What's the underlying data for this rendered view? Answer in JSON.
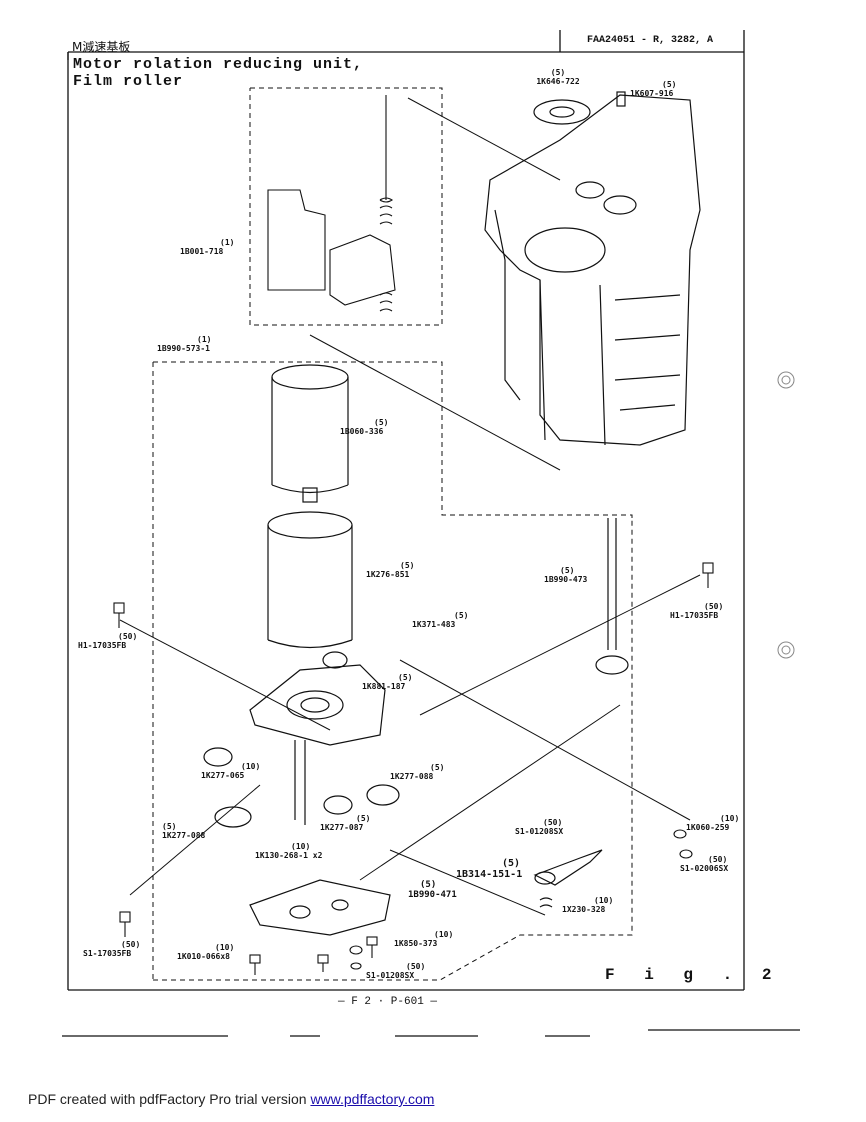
{
  "header": {
    "label_jp": "M減速基板",
    "code": "FAA24051 - R, 3282, A",
    "title_line1": "Motor rolation reducing unit,",
    "title_line2": "Film roller"
  },
  "parts": [
    {
      "id": "p1",
      "qty": "(5)",
      "num": "1K646-722"
    },
    {
      "id": "p2",
      "qty": "(5)",
      "num": "1K607-916"
    },
    {
      "id": "p3",
      "qty": "(1)",
      "num": "1B001-718"
    },
    {
      "id": "p4",
      "qty": "(1)",
      "num": "1B990-573-1"
    },
    {
      "id": "p5",
      "qty": "(5)",
      "num": "1B060-336"
    },
    {
      "id": "p6",
      "qty": "(5)",
      "num": "1K276-851"
    },
    {
      "id": "p7",
      "qty": "(5)",
      "num": "1B990-473"
    },
    {
      "id": "p8",
      "qty": "(5)",
      "num": "1K371-483"
    },
    {
      "id": "p9",
      "qty": "(50)",
      "num": "H1-17035FB"
    },
    {
      "id": "p10",
      "qty": "(50)",
      "num": "H1-17035FB"
    },
    {
      "id": "p11",
      "qty": "(5)",
      "num": "1K881-187"
    },
    {
      "id": "p12",
      "qty": "(10)",
      "num": "1K277-065"
    },
    {
      "id": "p13",
      "qty": "(5)",
      "num": "1K277-088"
    },
    {
      "id": "p14",
      "qty": "(5)",
      "num": "1K277-088"
    },
    {
      "id": "p15",
      "qty": "(5)",
      "num": "1K277-087"
    },
    {
      "id": "p16",
      "qty": "(10)",
      "num": "1K130-268-1 x2"
    },
    {
      "id": "p17",
      "qty": "(10)",
      "num": "1K060-259"
    },
    {
      "id": "p18",
      "qty": "(50)",
      "num": "S1-01208SX"
    },
    {
      "id": "p19",
      "qty": "(5)",
      "num": "1B314-151-1"
    },
    {
      "id": "p20",
      "qty": "(50)",
      "num": "S1-02006SX"
    },
    {
      "id": "p21",
      "qty": "(5)",
      "num": "1B990-471"
    },
    {
      "id": "p22",
      "qty": "(10)",
      "num": "1X230-328"
    },
    {
      "id": "p23",
      "qty": "(50)",
      "num": "S1-17035FB"
    },
    {
      "id": "p24",
      "qty": "(10)",
      "num": "1K010-066x8"
    },
    {
      "id": "p25",
      "qty": "(10)",
      "num": "1K850-373"
    },
    {
      "id": "p26",
      "qty": "(50)",
      "num": "S1-01208SX"
    }
  ],
  "fig_label": "F i g .  2",
  "page_ref": "— F 2 · P-601 —",
  "footer": {
    "prefix": "PDF created with pdfFactory Pro trial version ",
    "link_text": "www.pdffactory.com"
  }
}
